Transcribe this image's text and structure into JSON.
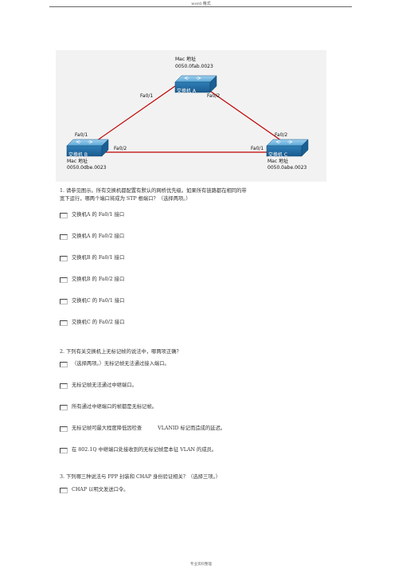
{
  "header": {
    "text": "word 格式"
  },
  "footer": {
    "text": "专业资料整理"
  },
  "diagram": {
    "switch_a": {
      "mac_label": "Mac 地址",
      "mac": "0050.0fab.0023",
      "name": "交换机 A",
      "port_left": "Fa0/1",
      "port_right": "Fa0/2"
    },
    "switch_b": {
      "mac_label": "Mac 地址",
      "mac": "0050.0dbe.0023",
      "name": "交换机 B",
      "port_top": "Fa0/1",
      "port_right": "Fa0/2"
    },
    "switch_c": {
      "mac_label": "Mac 地址",
      "mac": "0050.0abe.0023",
      "name": "交换机 C",
      "port_top": "Fa0/2",
      "port_left": "Fa0/1"
    }
  },
  "q1": {
    "line1": "1. 请参见图示。所有交换机都配置有默认的网桥优先级。如果所有链路都在相同的带",
    "line2": "宽下运行，哪两个端口将成为 STP 根端口？（选择两项。）",
    "options": [
      "交换机A 的 Fa0/1 接口",
      "交换机A 的 Fa0/2 接口",
      "交换机B 的 Fa0/1 接口",
      "交换机B 的 Fa0/2 接口",
      "交换机C 的 Fa0/1 接口",
      "交换机C 的 Fa0/2 接口"
    ]
  },
  "q2": {
    "line1": "2. 下列有关交换机上无标记帧的说法中，哪两项正确？",
    "options": [
      "（选择两项。）无标记帧无法通过接入端口。",
      "无标记帧无法通过中继端口。",
      "所有通过中继端口的帧都是无标记帧。",
      "无标记帧可最大程度降低因检查          VLANID 标记而造成的延迟。",
      "在 802.1Q 中继端口处接收到的无标记帧是本征 VLAN 的成员。"
    ]
  },
  "q3": {
    "line1": "3. 下列哪三种说法与 PPP 封装和 CHAP 身份验证相关？（选择三项。）",
    "options": [
      "CHAP 以明文发送口令。"
    ]
  }
}
